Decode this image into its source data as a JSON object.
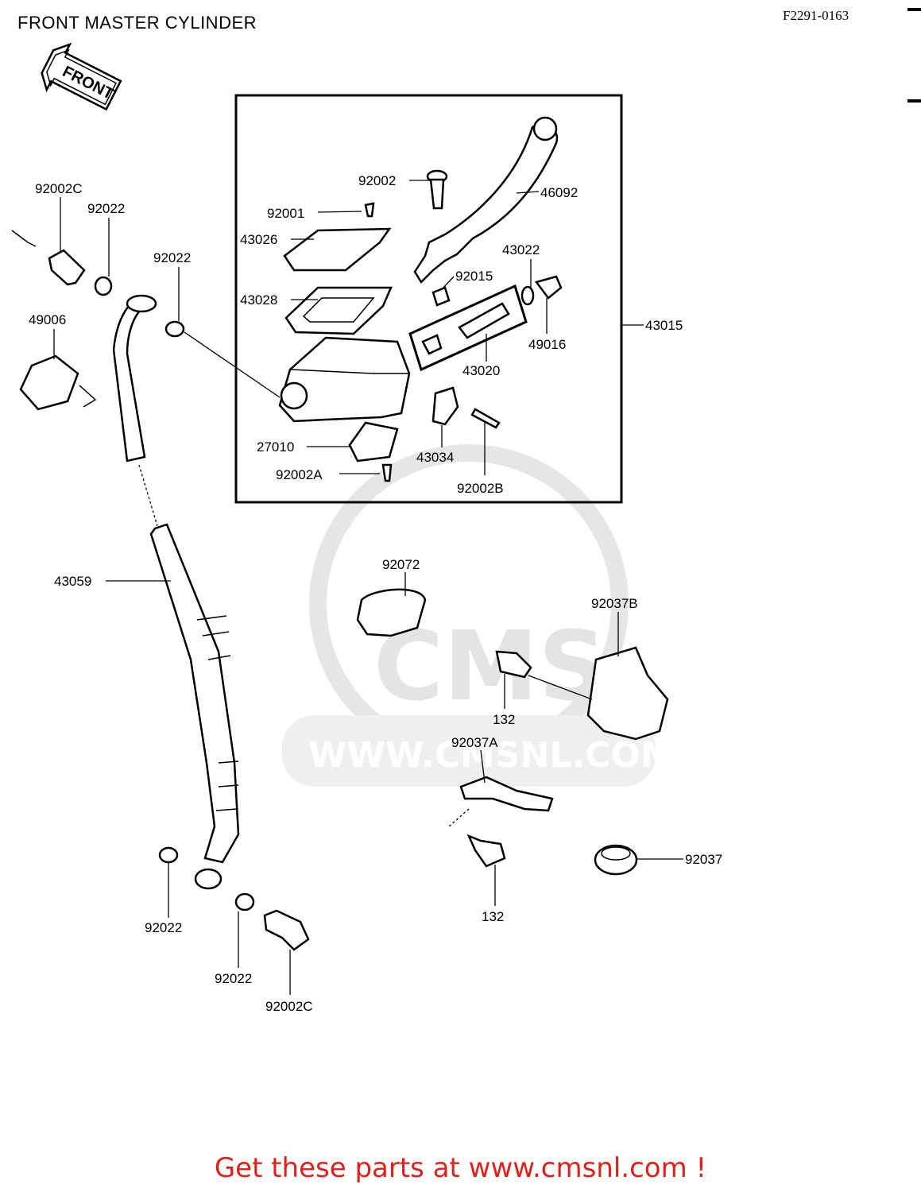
{
  "header": {
    "title": "FRONT MASTER CYLINDER",
    "figure_code": "F2291-0163"
  },
  "arrow_label": "FRONT",
  "watermark": {
    "logo_text": "CMS",
    "url_text": "WWW.CMSNL.COM"
  },
  "callouts": {
    "c92002C_top": "92002C",
    "c92022_a": "92022",
    "c92022_b": "92022",
    "c49006": "49006",
    "c92002": "92002",
    "c46092": "46092",
    "c92001": "92001",
    "c43026": "43026",
    "c43022": "43022",
    "c92015": "92015",
    "c43028": "43028",
    "c43015": "43015",
    "c49016": "49016",
    "c43020": "43020",
    "c27010": "27010",
    "c43034": "43034",
    "c92002A": "92002A",
    "c92002B": "92002B",
    "c92072": "92072",
    "c43059": "43059",
    "c92037B": "92037B",
    "c132_a": "132",
    "c92037A": "92037A",
    "c92037": "92037",
    "c132_b": "132",
    "c92022_c": "92022",
    "c92022_d": "92022",
    "c92002C_bottom": "92002C"
  },
  "footer": {
    "promo_text": "Get these parts at www.cmsnl.com !",
    "promo_color": "#e0201a"
  }
}
